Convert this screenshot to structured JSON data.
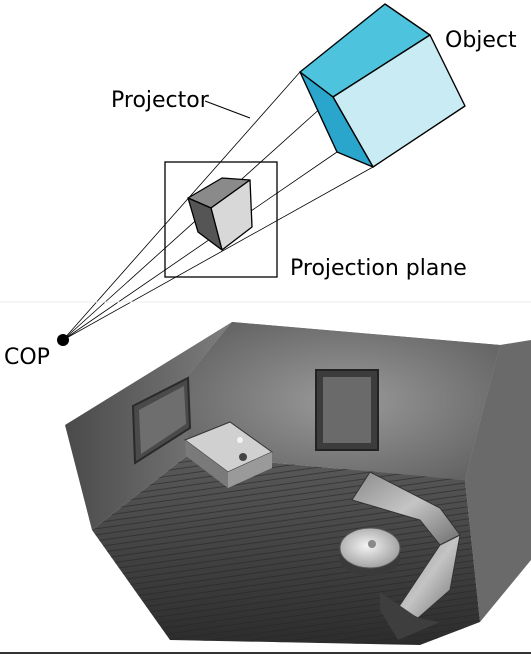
{
  "labels": {
    "object": "Object",
    "projector": "Projector",
    "projection_plane": "Projection plane",
    "cop": "COP"
  },
  "colors": {
    "object_top": "#4ec3dd",
    "object_front": "#c8ebf4",
    "object_side": "#2aa6cc",
    "image_top": "#8a8a8a",
    "image_front": "#d8d8d8",
    "image_side": "#555555",
    "room_wall": "#7a7a7a",
    "room_floor": "#3a3a3a"
  }
}
